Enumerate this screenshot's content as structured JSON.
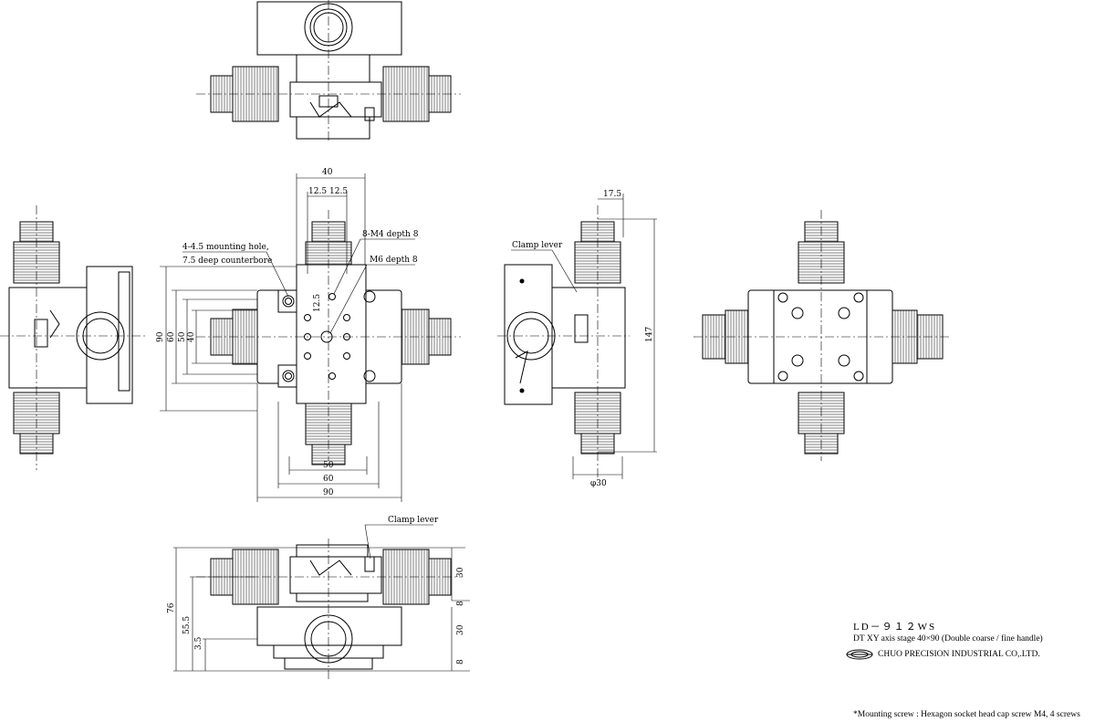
{
  "title_block": {
    "model": "LD－９１２WS",
    "description": "DT XY axis stage 40×90  (Double coarse / fine handle)",
    "company": "CHUO PRECISION INDUSTRIAL CO,.LTD."
  },
  "footnote": "*Mounting screw : Hexagon socket head cap screw M4, 4 screws",
  "annotations": {
    "mounting_hole_1": "4-4.5 mounting hole,",
    "mounting_hole_2": "7.5 deep counterbore",
    "m4": "8-M4 depth 8",
    "m6": "M6 depth 8",
    "clamp_lever_side": "Clamp lever",
    "clamp_lever_front": "Clamp lever"
  },
  "dimensions": {
    "top_width": "40",
    "half_a": "12.5",
    "half_b": "12.5",
    "v90": "90",
    "v60": "60",
    "v50": "50",
    "v40": "40",
    "pitch": "12.5",
    "h50": "50",
    "h60": "60",
    "h90": "90",
    "side_17_5": "17.5",
    "side_147": "147",
    "side_phi30": "φ30",
    "front_76": "76",
    "front_55_5": "55.5",
    "front_3_5": "3.5",
    "front_30a": "30",
    "front_8a": "8",
    "front_30b": "30",
    "front_8b": "8"
  }
}
